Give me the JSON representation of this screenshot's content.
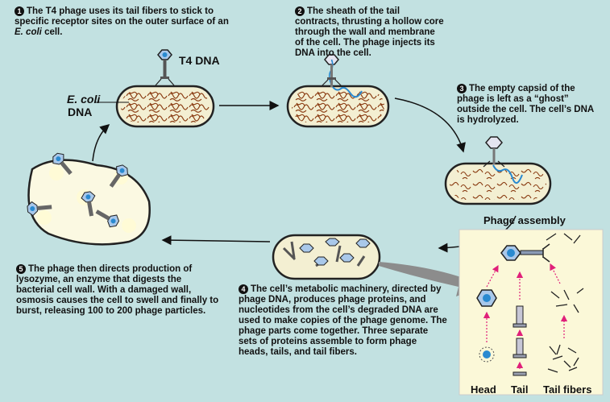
{
  "steps": [
    {
      "number": "1",
      "text_before": "The T4 phage uses its tail fibers to stick to specific receptor sites on the outer surface of an ",
      "text_em": "E. coli",
      "text_after": " cell."
    },
    {
      "number": "2",
      "text_before": "The sheath of the tail contracts, thrusting a hollow core through the wall and membrane of the cell. The phage injects its DNA into the cell.",
      "text_em": "",
      "text_after": ""
    },
    {
      "number": "3",
      "text_before": "The empty capsid of the phage is left as a “ghost” outside the cell. The cell’s DNA is hydrolyzed.",
      "text_em": "",
      "text_after": ""
    },
    {
      "number": "4",
      "text_before": "The cell’s metabolic machinery, directed by phage DNA, produces phage proteins, and nucleotides from the cell’s degraded DNA are used to make copies of the phage genome. The phage parts come together. Three separate sets of proteins assemble to form phage heads, tails, and tail fibers.",
      "text_em": "",
      "text_after": ""
    },
    {
      "number": "5",
      "text_before": "The phage then directs production of lysozyme, an enzyme that digests the bacterial cell wall. With a damaged wall, osmosis causes the cell to swell and finally to burst, releasing 100 to 200 phage particles.",
      "text_em": "",
      "text_after": ""
    }
  ],
  "labels": {
    "t4_dna": "T4 DNA",
    "ecoli_em": "E. coli",
    "dna": "DNA",
    "phage_assembly": "Phage assembly",
    "head": "Head",
    "tail": "Tail",
    "tail_fibers": "Tail fibers"
  },
  "colors": {
    "background": "#c2e1e1",
    "cell_fill": "#f3efd2",
    "host_dna": "#8a3c12",
    "phage_dna": "#2a8ad0",
    "assembly_panel": "#fbf8d8",
    "assembly_arrow": "#e0207a",
    "phage_head": "#a9c8ea",
    "phage_tail": "#9aa0b0",
    "burst_glow": "#fffbd6"
  },
  "icons": [
    "t4-phage-icon",
    "ecoli-cell-icon",
    "assembly-arrow-icon"
  ]
}
